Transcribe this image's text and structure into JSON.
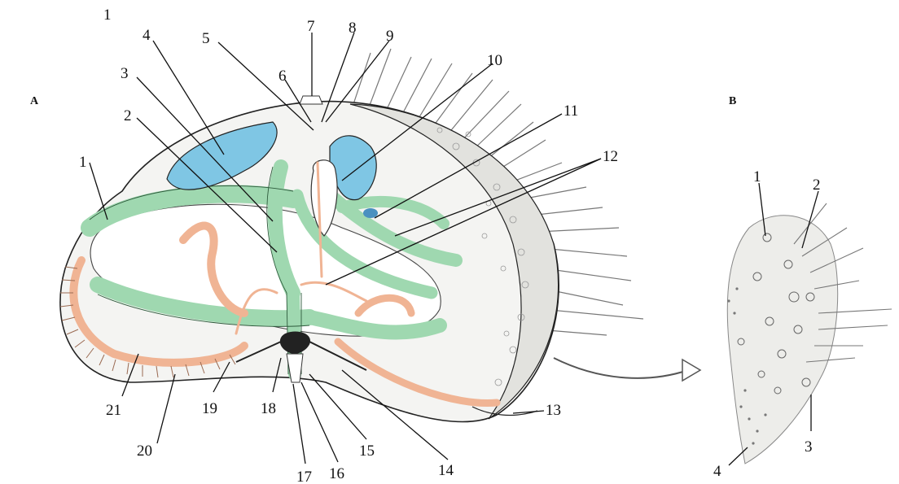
{
  "panels": {
    "a": "A",
    "b": "B"
  },
  "stray_label": "1",
  "labels_a": [
    "1",
    "2",
    "3",
    "4",
    "5",
    "6",
    "7",
    "8",
    "9",
    "10",
    "11",
    "12",
    "13",
    "14",
    "15",
    "16",
    "17",
    "18",
    "19",
    "20",
    "21"
  ],
  "labels_b": [
    "1",
    "2",
    "3",
    "4"
  ],
  "colors": {
    "green": "#9fd8b0",
    "blue": "#7fc6e4",
    "salmon": "#f0b494",
    "outline": "#222222",
    "body_fill": "#f4f4f2",
    "stipple": "#e2e2de"
  }
}
